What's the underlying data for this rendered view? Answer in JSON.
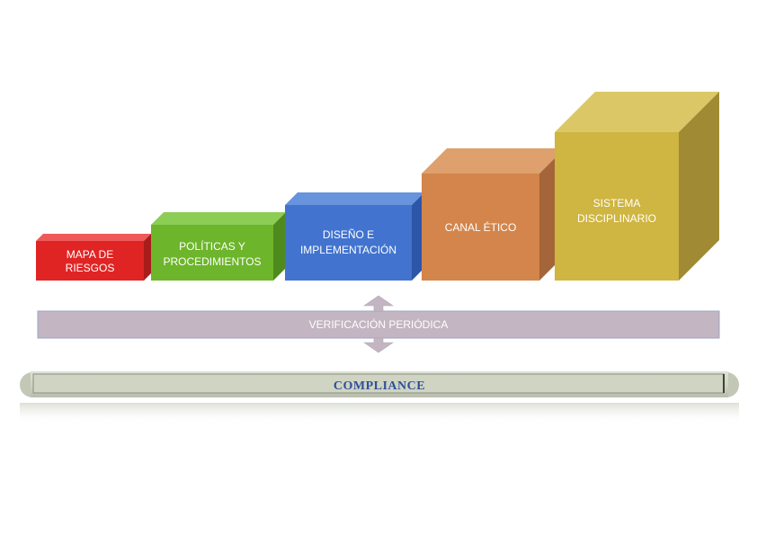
{
  "steps": [
    {
      "id": "mapa",
      "lines": [
        "MAPA DE",
        "RIESGOS"
      ],
      "front": "#e02424",
      "top": "#ee5a5a",
      "side": "#a81c1c"
    },
    {
      "id": "politicas",
      "lines": [
        "POLÍTICAS Y",
        "PROCEDIMIENTOS"
      ],
      "front": "#6db52b",
      "top": "#8ccd55",
      "side": "#4e8a1d"
    },
    {
      "id": "diseno",
      "lines": [
        "DISEÑO E",
        "IMPLEMENTACIÓN"
      ],
      "front": "#4274cf",
      "top": "#6893dd",
      "side": "#2c56a8"
    },
    {
      "id": "canal",
      "lines": [
        "CANAL ÉTICO"
      ],
      "front": "#d3854b",
      "top": "#dea06d",
      "side": "#a5653a"
    },
    {
      "id": "sistema",
      "lines": [
        "SISTEMA",
        "DISCIPLINARIO"
      ],
      "front": "#cfb541",
      "top": "#dcc766",
      "side": "#a08b34"
    }
  ],
  "verification": {
    "label": "VERIFICACIÓN PERIÓDICA",
    "color": "#c3b5c1"
  },
  "foundation": {
    "label": "COMPLIANCE",
    "color": "#cfd4c3"
  }
}
